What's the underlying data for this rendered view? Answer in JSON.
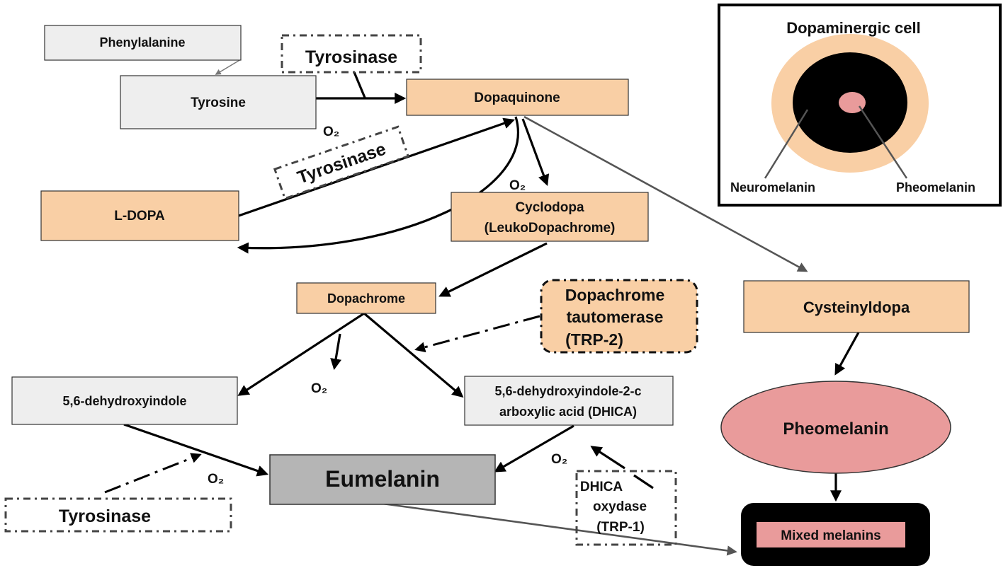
{
  "nodes": {
    "phenylalanine": "Phenylalanine",
    "tyrosine": "Tyrosine",
    "dopaquinone": "Dopaquinone",
    "ldopa": "L-DOPA",
    "cyclodopa_line1": "Cyclodopa",
    "cyclodopa_line2": "(LeukoDopachrome)",
    "dopachrome": "Dopachrome",
    "dht_line1": "Dopachrome",
    "dht_line2": "tautomerase",
    "dht_line3": "(TRP-2)",
    "dhi": "5,6-dehydroxyindole",
    "dhica_line1": "5,6-dehydroxyindole-2-c",
    "dhica_line2": "arboxylic acid (DHICA)",
    "eumelanin": "Eumelanin",
    "dhica_oxydase_line1": "DHICA",
    "dhica_oxydase_line2": "oxydase",
    "dhica_oxydase_line3": "(TRP-1)",
    "cysteinyldopa": "Cysteinyldopa",
    "pheomelanin": "Pheomelanin",
    "mixed_melanins": "Mixed melanins",
    "tyrosinase_top": "Tyrosinase",
    "tyrosinase_mid": "Tyrosinase",
    "tyrosinase_bottom": "Tyrosinase"
  },
  "o2_labels": [
    "O₂",
    "O₂",
    "O₂",
    "O₂",
    "O₂"
  ],
  "inset": {
    "title": "Dopaminergic cell",
    "label_left": "Neuromelanin",
    "label_right": "Pheomelanin"
  },
  "colors": {
    "orange_box": "#f9cfa5",
    "gray_box": "#eeeeee",
    "eumelanin_box": "#b5b5b5",
    "pheomelanin": "#e99b9b",
    "black": "#000000"
  }
}
